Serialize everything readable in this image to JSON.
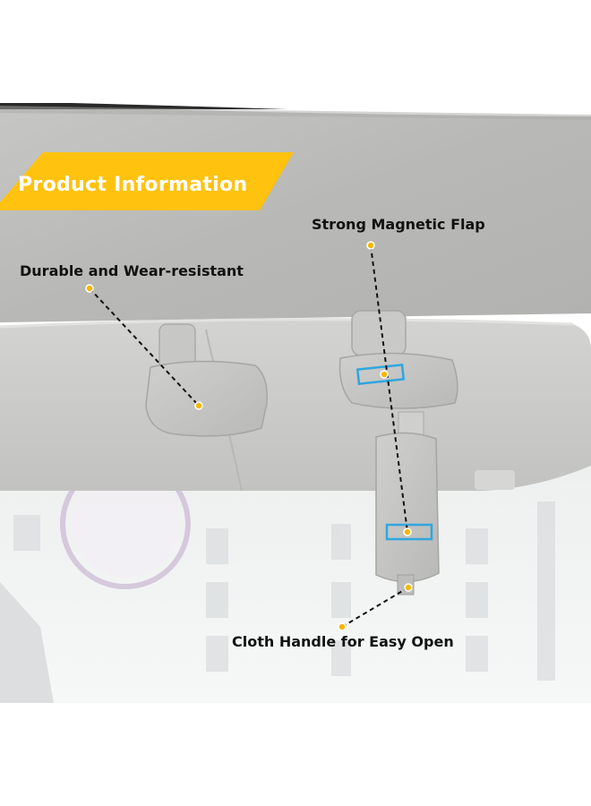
{
  "banner": {
    "title": "Product Information",
    "color": "#ffc20e"
  },
  "callouts": [
    {
      "label": "Durable and Wear-resistant"
    },
    {
      "label": "Strong Magnetic Flap"
    },
    {
      "label": "Cloth Handle for Easy Open"
    }
  ],
  "colors": {
    "accent_dot": "#f5b800",
    "magnet_outline": "#2fa6e0",
    "headliner": "#b9b9b7",
    "visor": "#c9c9c7"
  }
}
